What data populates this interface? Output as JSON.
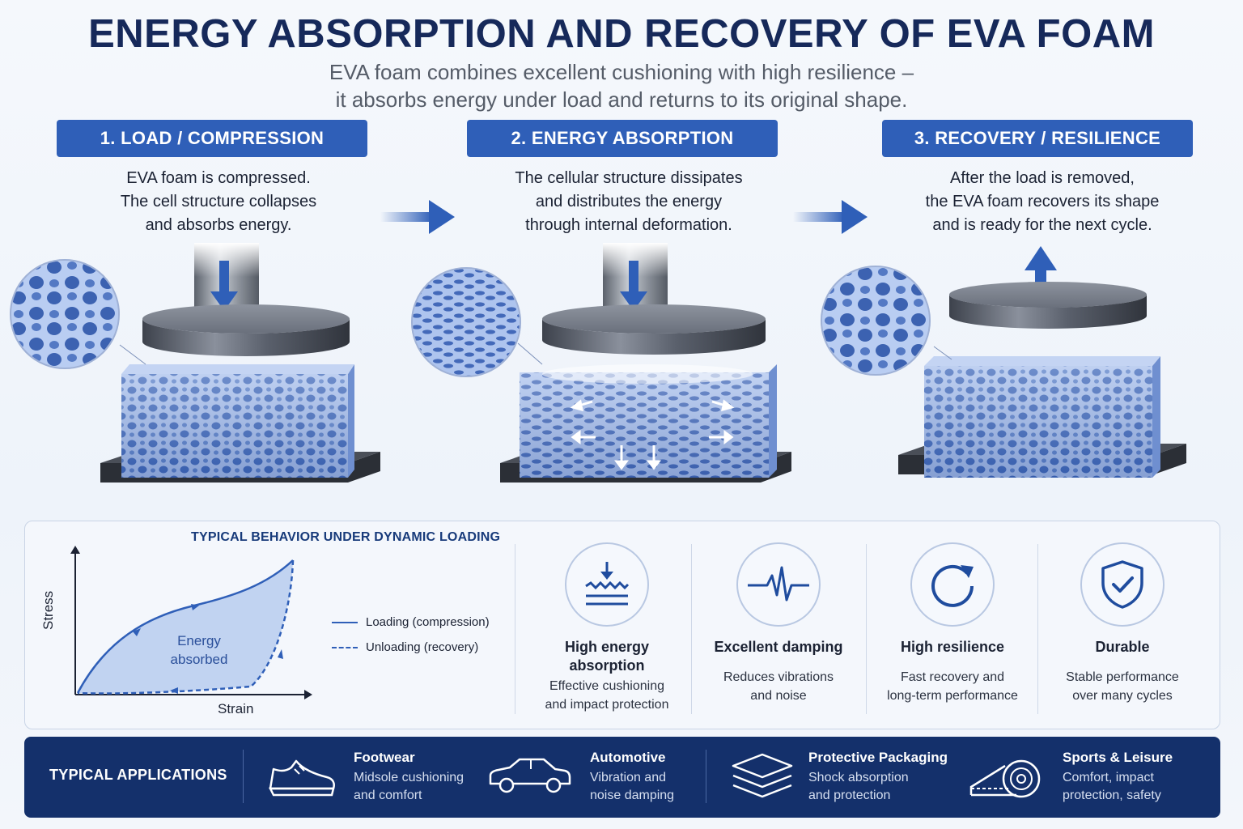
{
  "header": {
    "title": "ENERGY ABSORPTION AND RECOVERY OF EVA FOAM",
    "subtitle_line1": "EVA foam combines excellent cushioning with high resilience –",
    "subtitle_line2": "it absorbs energy under load and returns to its original shape."
  },
  "stages": [
    {
      "label": "1. LOAD / COMPRESSION",
      "lines": [
        "EVA foam is compressed.",
        "The cell structure collapses",
        "and absorbs energy."
      ]
    },
    {
      "label": "2. ENERGY ABSORPTION",
      "lines": [
        "The cellular structure dissipates",
        "and distributes the energy",
        "through internal deformation."
      ]
    },
    {
      "label": "3. RECOVERY / RESILIENCE",
      "lines": [
        "After the load is removed,",
        "the EVA foam recovers its shape",
        "and is ready for the next cycle."
      ]
    }
  ],
  "chart": {
    "title": "TYPICAL BEHAVIOR UNDER DYNAMIC LOADING",
    "ylabel": "Stress",
    "xlabel": "Strain",
    "area_label_line1": "Energy",
    "area_label_line2": "absorbed",
    "legend": [
      {
        "label": "Loading (compression)",
        "style": "solid"
      },
      {
        "label": "Unloading (recovery)",
        "style": "dashed"
      }
    ]
  },
  "features": [
    {
      "icon": "compression-wave-icon",
      "title_line1": "High energy",
      "title_line2": "absorption",
      "desc_line1": "Effective cushioning",
      "desc_line2": "and impact protection"
    },
    {
      "icon": "heartbeat-wave-icon",
      "title_line1": "Excellent damping",
      "title_line2": "",
      "desc_line1": "Reduces vibrations",
      "desc_line2": "and noise"
    },
    {
      "icon": "circular-arrow-icon",
      "title_line1": "High resilience",
      "title_line2": "",
      "desc_line1": "Fast recovery and",
      "desc_line2": "long-term performance"
    },
    {
      "icon": "shield-check-icon",
      "title_line1": "Durable",
      "title_line2": "",
      "desc_line1": "Stable performance",
      "desc_line2": "over many cycles"
    }
  ],
  "applications": {
    "title": "TYPICAL APPLICATIONS",
    "items": [
      {
        "icon": "shoe-icon",
        "name": "Footwear",
        "desc_line1": "Midsole cushioning",
        "desc_line2": "and comfort"
      },
      {
        "icon": "car-icon",
        "name": "Automotive",
        "desc_line1": "Vibration and",
        "desc_line2": "noise damping"
      },
      {
        "icon": "layers-icon",
        "name": "Protective Packaging",
        "desc_line1": "Shock absorption",
        "desc_line2": "and protection"
      },
      {
        "icon": "foam-roll-icon",
        "name": "Sports & Leisure",
        "desc_line1": "Comfort, impact",
        "desc_line2": "protection, safety"
      }
    ]
  },
  "colors": {
    "title": "#16295a",
    "accent": "#2f5fb8",
    "foam": "#5b82cc",
    "apps_bar": "#14306b"
  }
}
